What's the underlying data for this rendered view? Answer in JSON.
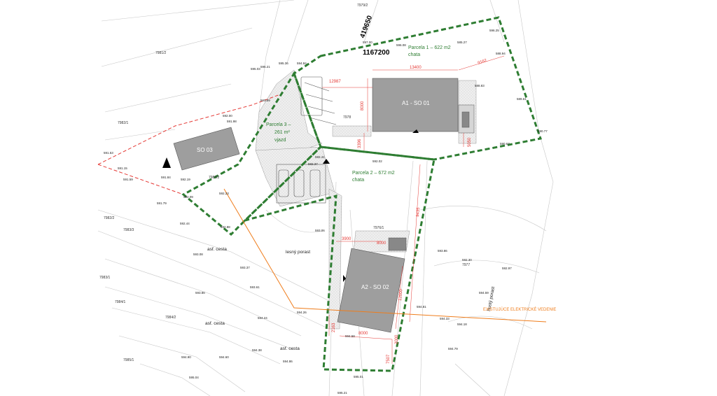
{
  "coords": {
    "y": "419650",
    "x": "1167200"
  },
  "buildings": [
    {
      "id": "a1",
      "label": "A1 - SO 01"
    },
    {
      "id": "a2",
      "label": "A2 - SO 02"
    },
    {
      "id": "so03",
      "label": "SO 03"
    }
  ],
  "parcels": [
    {
      "id": "p1",
      "line1": "Parcela 1 –  622 m2",
      "line2": "chata"
    },
    {
      "id": "p2",
      "line1": "Parcela 2 – 672 m2",
      "line2": "chata"
    },
    {
      "id": "p3",
      "line1": "Parcela 3 –",
      "line2": "261 m²",
      "line3": "vjazd"
    }
  ],
  "dimensions": [
    "13400",
    "9162",
    "12987",
    "8000",
    "3396",
    "5050",
    "3900",
    "8000",
    "9435",
    "12000",
    "2163",
    "8000",
    "2000",
    "7507"
  ],
  "plot_numbers": [
    "7979/2",
    "7981/2",
    "7982/1",
    "7982/2",
    "7983/3",
    "7983/1",
    "7984/1",
    "7984/2",
    "7985/1",
    "7976/1",
    "7978",
    "7977",
    "7983/2"
  ],
  "survey_points": [
    "597.00",
    "596.08",
    "596.25",
    "585.27",
    "588.94",
    "588.83",
    "589.61",
    "590.77",
    "590.67",
    "595.21",
    "595.36",
    "595.03",
    "594.84",
    "593.59",
    "592.00",
    "592.02",
    "591.98",
    "592.37",
    "592.41",
    "591.53",
    "591.15",
    "591.59",
    "591.79",
    "591.84",
    "592.19",
    "592.23",
    "592.09",
    "592.44",
    "592.88",
    "593.06",
    "593.08",
    "593.37",
    "593.61",
    "593.86",
    "594.26",
    "594.24",
    "594.38",
    "594.58",
    "594.60",
    "594.86",
    "594.90",
    "595.04",
    "595.01",
    "595.21",
    "594.81",
    "594.18",
    "594.33",
    "594.79",
    "594.59",
    "593.86",
    "592.30",
    "592.97"
  ],
  "roads": [
    "asf. cesta",
    "asf. cesta",
    "asf. cesta",
    "lesný porast",
    "hustý porast"
  ],
  "power_line": "EXISTUJÚCE ELEKTRICKÉ VEDENIE",
  "colors": {
    "parcel_border": "#2e7d32",
    "dimension": "#e53935",
    "power_line": "#ef7d1c",
    "building": "#9e9e9e"
  }
}
